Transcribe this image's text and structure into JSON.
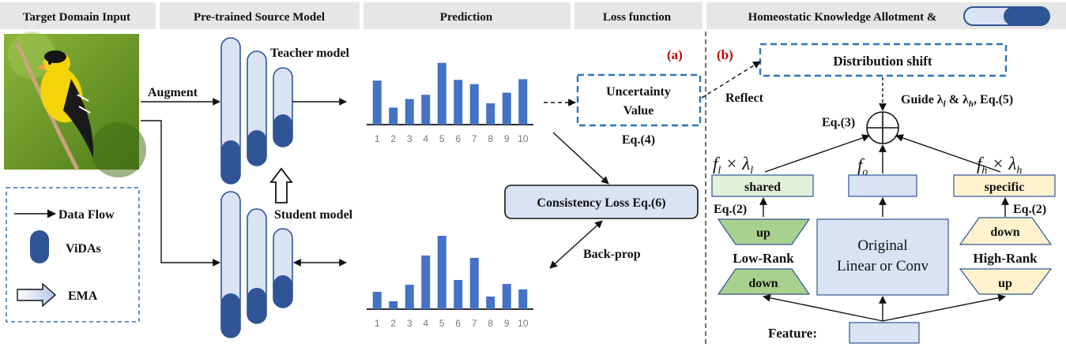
{
  "headers": {
    "input": "Target Domain Input",
    "model": "Pre-trained  Source Model",
    "prediction": "Prediction",
    "loss": "Loss function",
    "hka": "Homeostatic Knowledge Allotment &"
  },
  "labels": {
    "augment": "Augment",
    "teacher": "Teacher model",
    "student": "Student model",
    "uncertainty_1": "Uncertainty",
    "uncertainty_2": "Value",
    "eq4": "Eq.(4)",
    "consistency": "Consistency Loss Eq.(6)",
    "backprop": "Back-prop",
    "reflect": "Reflect",
    "part_a": "(a)",
    "part_b": "(b)",
    "distribution_shift": "Distribution shift",
    "guide_text": "Guide λ",
    "guide_eq": ", Eq.(5)",
    "eq3": "Eq.(3)",
    "shared": "shared",
    "specific": "specific",
    "eq2_left": "Eq.(2)",
    "eq2_right": "Eq.(2)",
    "up": "up",
    "down": "down",
    "low_rank": "Low-Rank",
    "high_rank": "High-Rank",
    "original_1": "Original",
    "original_2": "Linear or Conv",
    "feature": "Feature:",
    "f": "f",
    "l": "l",
    "h": "h",
    "o": "o",
    "times_lambda": " × λ"
  },
  "legend": {
    "data_flow": "Data Flow",
    "vidas": "ViDAs",
    "ema": "EMA"
  },
  "colors": {
    "bar": "#4472c4",
    "vida": "#2f5597",
    "vida_light": "#dae3f3",
    "shared_fill": "#e2f0d9",
    "specific_fill": "#fff2cc",
    "module_fill": "#dae3f3",
    "red": "#c00000",
    "dashed_blue": "#2e75b6"
  },
  "chart_data": [
    {
      "type": "bar",
      "name": "teacher_prediction",
      "categories": [
        "1",
        "2",
        "3",
        "4",
        "5",
        "6",
        "7",
        "8",
        "9",
        "10"
      ],
      "values": [
        6.2,
        2.4,
        3.6,
        4.2,
        8.7,
        6.3,
        5.7,
        3.0,
        4.5,
        6.4
      ],
      "ylim": [
        0,
        10
      ]
    },
    {
      "type": "bar",
      "name": "student_prediction",
      "categories": [
        "1",
        "2",
        "3",
        "4",
        "5",
        "6",
        "7",
        "8",
        "9",
        "10"
      ],
      "values": [
        2.2,
        1.0,
        3.1,
        6.8,
        9.3,
        3.7,
        6.5,
        1.6,
        3.2,
        2.5
      ],
      "ylim": [
        0,
        10
      ]
    }
  ]
}
